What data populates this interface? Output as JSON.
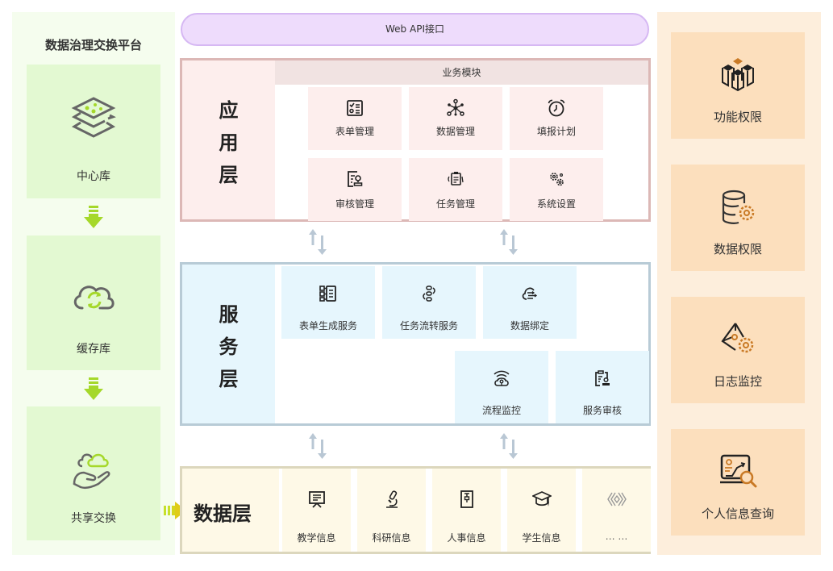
{
  "platform": {
    "title": "数据治理交换平台",
    "items": [
      {
        "label": "中心库",
        "icon": "layers-icon"
      },
      {
        "label": "缓存库",
        "icon": "cloud-sync-icon"
      },
      {
        "label": "共享交换",
        "icon": "cloud-hand-icon"
      }
    ]
  },
  "api": {
    "label": "Web API接口"
  },
  "app_layer": {
    "title": [
      "应",
      "用",
      "层"
    ],
    "header": "业务模块",
    "modules": [
      {
        "label": "表单管理",
        "icon": "form-checklist-icon"
      },
      {
        "label": "数据管理",
        "icon": "network-nodes-icon"
      },
      {
        "label": "填报计划",
        "icon": "alarm-clock-icon"
      },
      {
        "label": "审核管理",
        "icon": "document-stamp-icon"
      },
      {
        "label": "任务管理",
        "icon": "task-clipboard-icon"
      },
      {
        "label": "系统设置",
        "icon": "gears-icon"
      }
    ]
  },
  "service_layer": {
    "title": [
      "服",
      "务",
      "层"
    ],
    "services": [
      {
        "label": "表单生成服务",
        "icon": "form-generate-icon"
      },
      {
        "label": "任务流转服务",
        "icon": "task-flow-icon"
      },
      {
        "label": "数据绑定",
        "icon": "cloud-bind-icon"
      },
      {
        "label": "流程监控",
        "icon": "cloud-signal-icon"
      },
      {
        "label": "服务审核",
        "icon": "clipboard-stamp-icon"
      }
    ]
  },
  "data_layer": {
    "title": "数据层",
    "sources": [
      {
        "label": "教学信息",
        "icon": "presentation-board-icon"
      },
      {
        "label": "科研信息",
        "icon": "microscope-icon"
      },
      {
        "label": "人事信息",
        "icon": "id-badge-icon"
      },
      {
        "label": "学生信息",
        "icon": "graduation-cap-icon"
      },
      {
        "label": "… …",
        "icon": "more-diamonds-icon"
      }
    ]
  },
  "permissions": {
    "items": [
      {
        "label": "功能权限",
        "icon": "cubes-icon"
      },
      {
        "label": "数据权限",
        "icon": "database-gear-icon"
      },
      {
        "label": "日志监控",
        "icon": "log-gear-icon"
      },
      {
        "label": "个人信息查询",
        "icon": "profile-search-icon"
      }
    ]
  },
  "colors": {
    "platform_bg": "#f5fdee",
    "platform_card": "#e3f9d2",
    "accent_green": "#a5d82a",
    "api_fill": "#eedcfc",
    "app_border": "#dcb8b6",
    "app_fill": "#fdeeed",
    "service_border": "#b8cbd6",
    "service_fill": "#e6f6fd",
    "data_border": "#dcd7bd",
    "data_fill": "#fef9e7",
    "permission_bg": "#fdeedc",
    "permission_card": "#fcdfbd",
    "accent_orange": "#c97a26",
    "arrow_gray": "#b9c7d4"
  }
}
